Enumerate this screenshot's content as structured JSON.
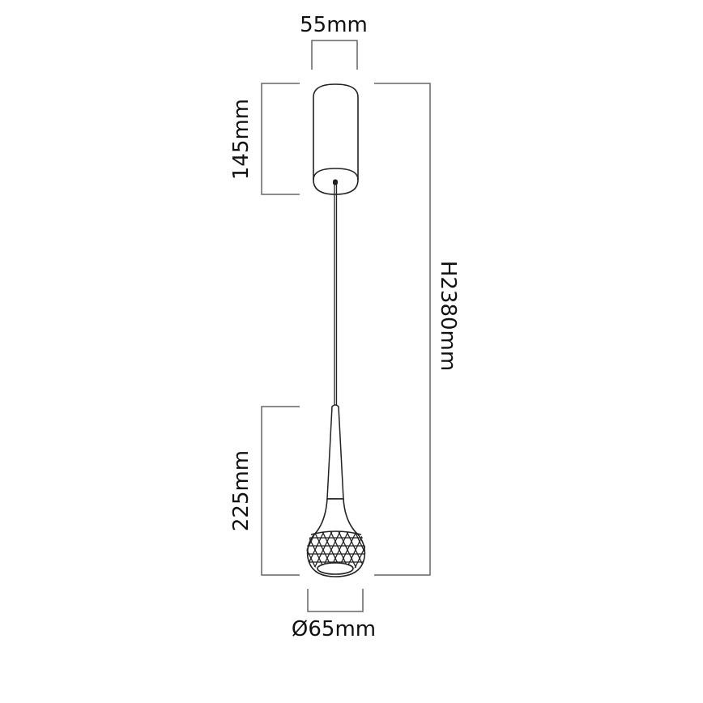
{
  "diagram": {
    "type": "pendant-light-dimension-drawing",
    "line_color": "#555555",
    "stroke_color": "#222222",
    "dimensions": {
      "canopy_width": "55mm",
      "canopy_height": "145mm",
      "total_height": "H2380mm",
      "shade_height": "225mm",
      "shade_diameter": "Ø65mm"
    },
    "components": [
      "ceiling-canopy",
      "suspension-cord",
      "tapered-stem",
      "faceted-glass-globe"
    ]
  }
}
